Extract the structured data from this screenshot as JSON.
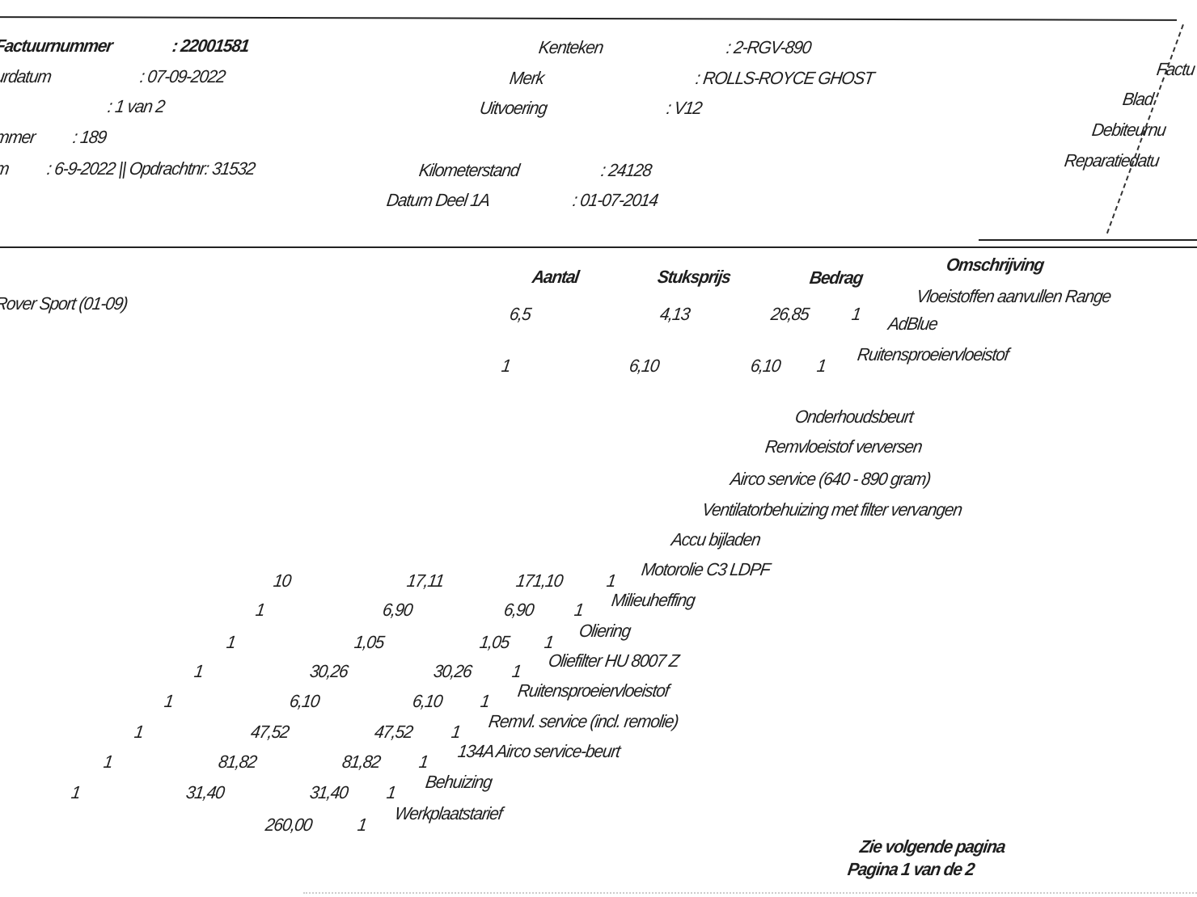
{
  "header": {
    "invoice_number_label": "Factuurnummer",
    "invoice_number": ": 22001581",
    "invoice_date_label": "urdatum",
    "invoice_date": ": 07-09-2022",
    "page_value": ": 1 van 2",
    "number_label": "mmer",
    "number_value": ": 189",
    "date_label": "m",
    "date_order": ": 6-9-2022 || Opdrachtnr: 31532",
    "plate_label": "Kenteken",
    "plate": ": 2-RGV-890",
    "make_label": "Merk",
    "make": ": ROLLS-ROYCE GHOST",
    "variant_label": "Uitvoering",
    "variant": ": V12",
    "mileage_label": "Kilometerstand",
    "mileage": ": 24128",
    "reg_date_label": "Datum Deel 1A",
    "reg_date": ": 01-07-2014"
  },
  "right_box": {
    "labels": [
      "Factu",
      "Blad",
      "Debiteurnu",
      "Reparatiedatu"
    ]
  },
  "table": {
    "headers": {
      "qty": "Aantal",
      "unit_price": "Stuksprijs",
      "amount": "Bedrag",
      "description": "Omschrijving"
    },
    "vehicle": "Rover Sport (01-09)",
    "section_title": "Vloeistoffen aanvullen Range",
    "rows_top": [
      {
        "qty": "6,5",
        "price": "4,13",
        "amount": "26,85",
        "vat": "1",
        "desc": "AdBlue"
      },
      {
        "qty": "1",
        "price": "6,10",
        "amount": "6,10",
        "vat": "1",
        "desc": "Ruitensproeiervloeistof"
      }
    ],
    "services": [
      "Onderhoudsbeurt",
      "Remvloeistof verversen",
      "Airco service (640 - 890 gram)",
      "Ventilatorbehuizing met filter vervangen",
      "Accu bijladen",
      "Motorolie C3 LDPF"
    ],
    "rows": [
      {
        "qty": "10",
        "price": "17,11",
        "amount": "171,10",
        "vat": "1",
        "desc": ""
      },
      {
        "qty": "1",
        "price": "6,90",
        "amount": "6,90",
        "vat": "1",
        "desc": "Milieuheffing"
      },
      {
        "qty": "1",
        "price": "1,05",
        "amount": "1,05",
        "vat": "1",
        "desc": "Oliering"
      },
      {
        "qty": "1",
        "price": "30,26",
        "amount": "30,26",
        "vat": "1",
        "desc": "Oliefilter HU 8007 Z"
      },
      {
        "qty": "1",
        "price": "6,10",
        "amount": "6,10",
        "vat": "1",
        "desc": "Ruitensproeiervloeistof"
      },
      {
        "qty": "1",
        "price": "47,52",
        "amount": "47,52",
        "vat": "1",
        "desc": "Remvl. service (incl. remolie)"
      },
      {
        "qty": "1",
        "price": "81,82",
        "amount": "81,82",
        "vat": "1",
        "desc": "134A Airco service-beurt"
      },
      {
        "qty": "1",
        "price": "31,40",
        "amount": "31,40",
        "vat": "1",
        "desc": "Behuizing"
      }
    ],
    "labour": {
      "amount": "260,00",
      "vat": "1",
      "desc": "Werkplaatstarief"
    }
  },
  "footer": {
    "next_page": "Zie volgende pagina",
    "page_of": "Pagina 1 van de 2"
  }
}
